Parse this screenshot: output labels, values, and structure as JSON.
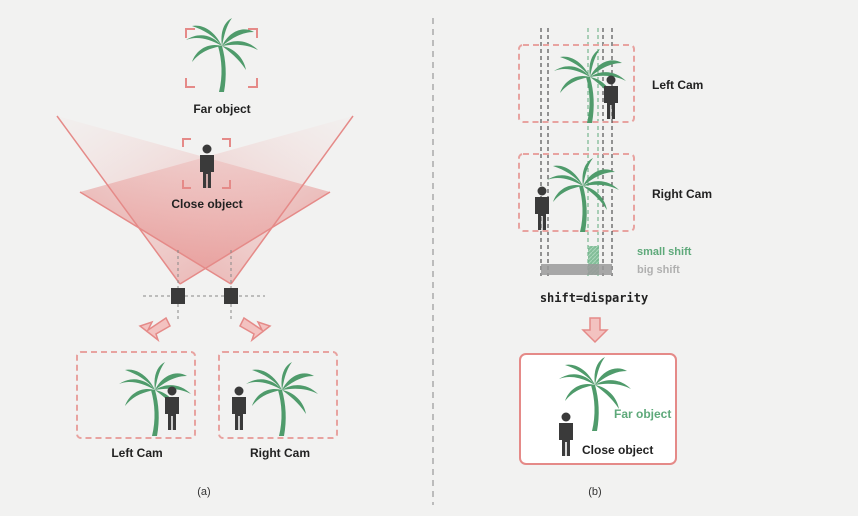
{
  "panel_a": {
    "far_object": "Far object",
    "close_object": "Close object",
    "left_cam": "Left Cam",
    "right_cam": "Right Cam",
    "caption": "(a)"
  },
  "panel_b": {
    "left_cam": "Left Cam",
    "right_cam": "Right Cam",
    "small_shift": "small shift",
    "big_shift": "big shift",
    "equation": "shift=disparity",
    "result_far": "Far object",
    "result_close": "Close object",
    "caption": "(b)"
  },
  "colors": {
    "background": "#f2f2f1",
    "frame_pink": "#e8a3a0",
    "beam_red": "#e58a88",
    "palm_green": "#4f9b6b",
    "person_dark": "#3a3a3a",
    "shift_green": "#5ea97a",
    "shift_grey": "#9a9a9a"
  },
  "icons": [
    "palm-tree-icon",
    "person-icon",
    "camera-icon",
    "arrow-down-icon"
  ]
}
